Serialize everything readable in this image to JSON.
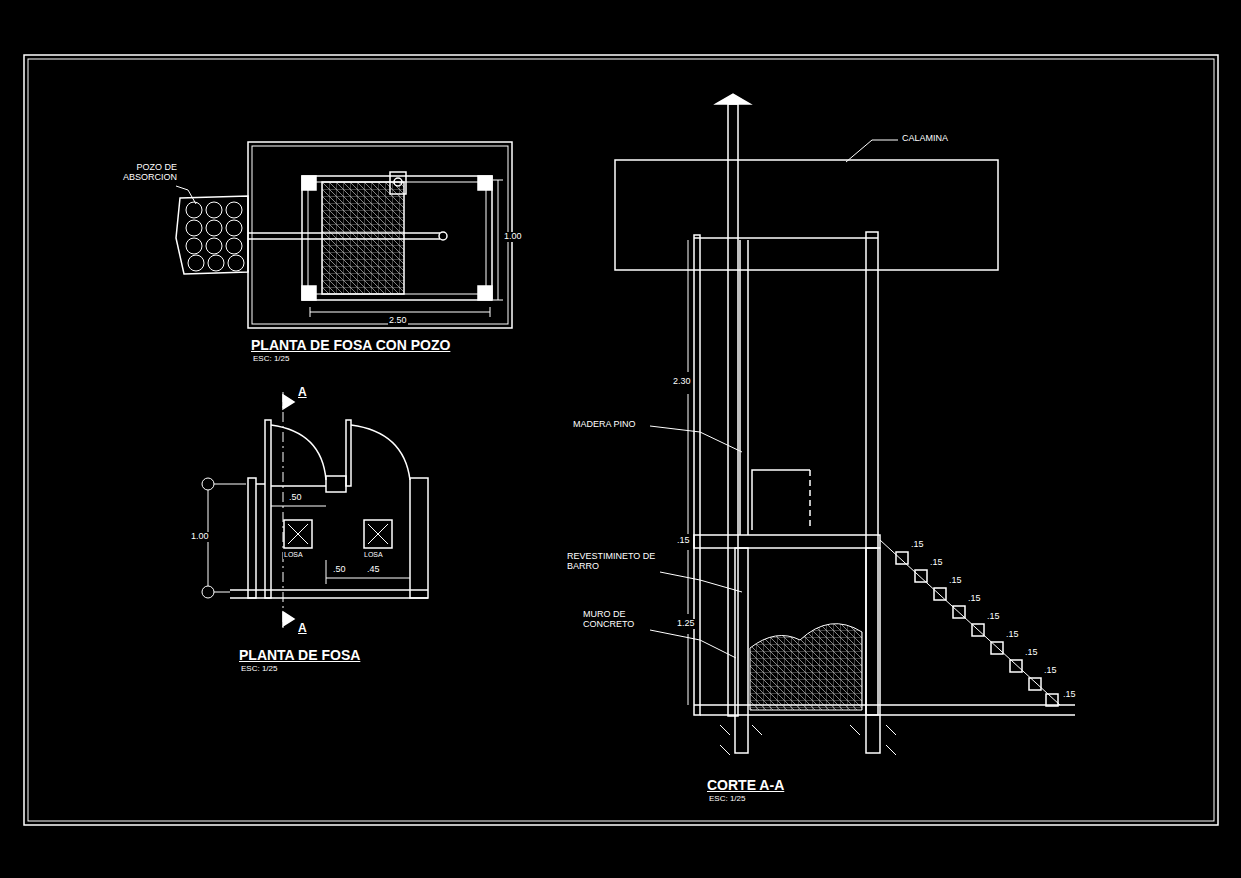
{
  "diagram": {
    "labels": [
      "POZO DE ABSORCION",
      "PLANTA DE FOSA CON POZO",
      "ESC: 1/25",
      "2.50",
      "1.00",
      "A",
      "A",
      ".50",
      "1.00",
      "LOSA",
      "LOSA",
      ".50",
      ".45",
      "PLANTA DE FOSA",
      "ESC: 1/25",
      "CALAMINA",
      "2.30",
      "MADERA PINO",
      ".15",
      "REVESTIMINETO DE BARRO",
      "MURO DE CONCRETO",
      "1.25",
      ".15",
      ".15",
      ".15",
      ".15",
      ".15",
      ".15",
      ".15",
      ".15",
      ".15",
      "CORTE A-A",
      "ESC: 1/25"
    ]
  }
}
